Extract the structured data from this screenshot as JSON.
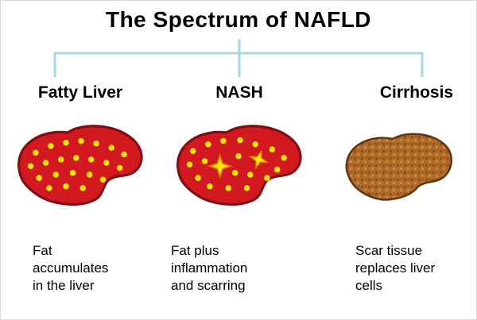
{
  "title": "The Spectrum of NAFLD",
  "stages": [
    {
      "label": "Fatty Liver",
      "description": "Fat\naccumulates\nin the liver"
    },
    {
      "label": "NASH",
      "description": "Fat plus\ninflammation\nand scarring"
    },
    {
      "label": "Cirrhosis",
      "description": "Scar tissue\nreplaces liver\ncells"
    }
  ],
  "colors": {
    "bracket_line": "#a9d7e8",
    "liver_red": "#d31920",
    "fat_dot_yellow": "#ffe800",
    "cirrhosis_brown": "#b06a2a"
  }
}
